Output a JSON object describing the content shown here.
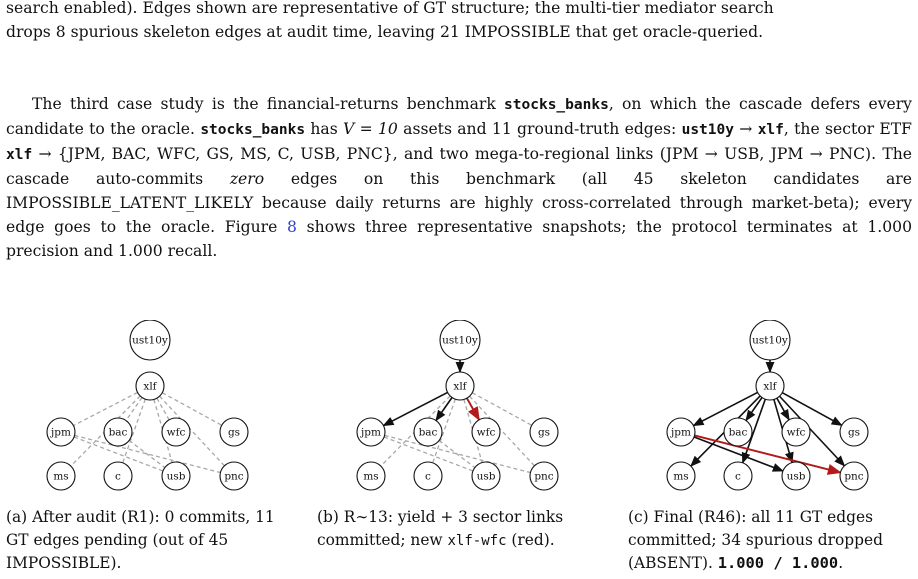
{
  "intro_paragraph": {
    "line1": "search enabled). Edges shown are representative of GT structure; the multi-tier mediator search",
    "line2": "drops 8 spurious skeleton edges at audit time, leaving 21 IMPOSSIBLE that get oracle-queried."
  },
  "case_study": {
    "s1": "The third case study is the financial-returns benchmark ",
    "benchmark": "stocks_banks",
    "s2": ", on which the cascade defers every candidate to the oracle. ",
    "s3": " has ",
    "v_eq": "V = 10",
    "s4": " assets and 11 ground-truth edges: ",
    "ust": "ust10y",
    "arrow": " → ",
    "xlf": "xlf",
    "s5": ", the sector ETF ",
    "s6": " → {JPM, BAC, WFC, GS, MS, C, USB, PNC}, and two mega-to-regional links (JPM → USB, JPM → PNC). The cascade auto-commits ",
    "zero": "zero",
    "s7": " edges on this benchmark (all 45 skeleton candidates are IMPOSSIBLE_LATENT_LIKELY because daily returns are highly cross-correlated through market-beta); every edge goes to the oracle. ",
    "fig_word": "Figure ",
    "fig_num": "8",
    "s8": " shows three representative snapshots; the protocol terminates at 1.000 precision and 1.000 recall."
  },
  "nodes": {
    "ust10y": "ust10y",
    "xlf": "xlf",
    "jpm": "jpm",
    "bac": "bac",
    "wfc": "wfc",
    "gs": "gs",
    "ms": "ms",
    "c": "c",
    "usb": "usb",
    "pnc": "pnc"
  },
  "colors": {
    "committed": "#111111",
    "pending": "#a8a8a8",
    "new_edge": "#b31b1b"
  },
  "panels": [
    {
      "caption_label": "(a)",
      "caption_text": "After audit (R1): 0 commits, 11 GT edges pending (out of 45 IMPOSSIBLE)."
    },
    {
      "caption_label": "(b)",
      "caption_text_1": "R∼13: yield + 3 sector links committed; new ",
      "caption_code": "xlf-wfc",
      "caption_text_2": " (red)."
    },
    {
      "caption_label": "(c)",
      "caption_text_1": "Final (R46): all 11 GT edges committed; 34 spurious dropped (ABSENT). ",
      "caption_bold": "1.000 / 1.000",
      "caption_end": "."
    }
  ]
}
